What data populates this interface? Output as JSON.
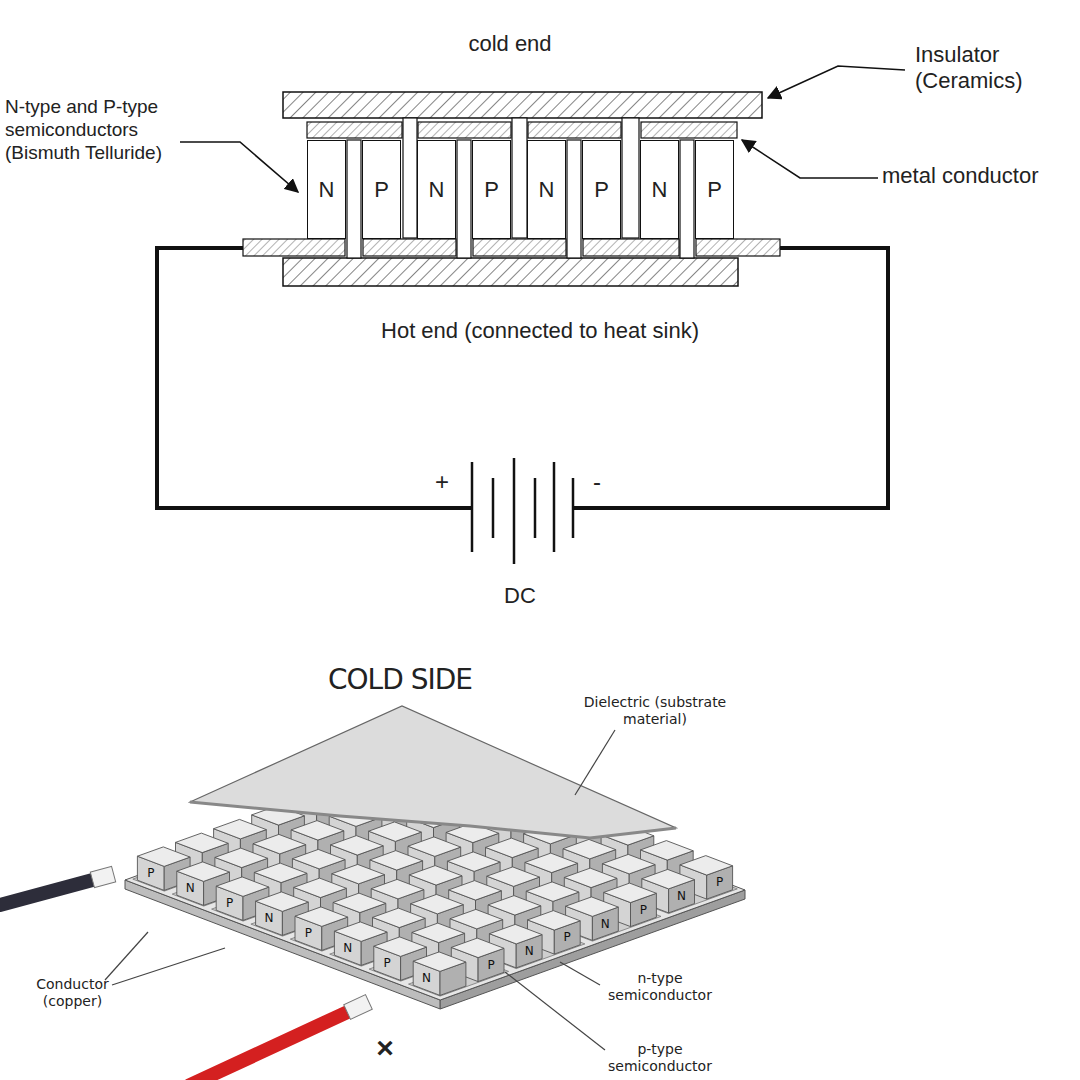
{
  "diagram": {
    "nodes": [
      {
        "text": [
          "N"
        ]
      },
      {
        "text": [
          "P"
        ]
      },
      {
        "text": [
          "N"
        ]
      },
      {
        "text": [
          "P"
        ]
      },
      {
        "text": [
          "N"
        ]
      },
      {
        "text": [
          "P"
        ]
      },
      {
        "text": [
          "N"
        ]
      },
      {
        "text": [
          "P"
        ]
      }
    ],
    "labels": [
      "cold end",
      "Insulator (Ceramics)",
      "N-type and P-type semiconductors (Bismuth Telluride)",
      "metal conductor",
      "Hot end (connected to heat sink)",
      "+",
      "-",
      "DC",
      "COLD SIDE",
      "Dielectric (substrate material)",
      "Conductor (copper)",
      "n-type semiconductor",
      "p-type semiconductor",
      "×",
      "P",
      "N",
      "P",
      "N",
      "P",
      "N",
      "P",
      "N",
      "P",
      "N",
      "P",
      "N",
      "P",
      "N",
      "P"
    ]
  }
}
